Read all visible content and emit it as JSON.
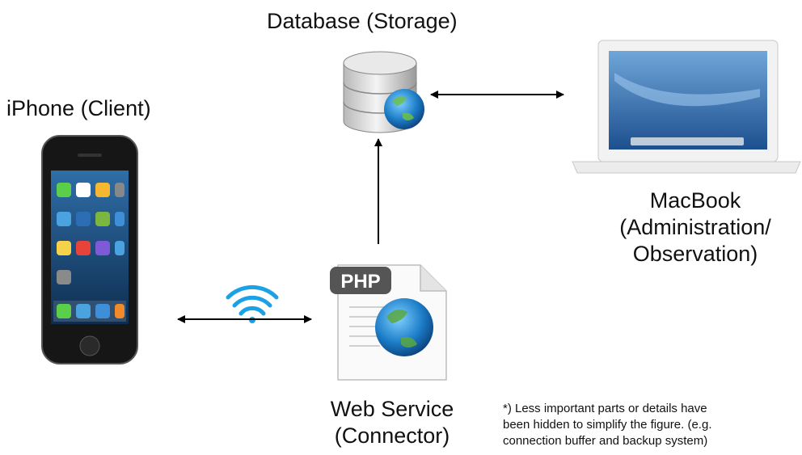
{
  "labels": {
    "database": "Database (Storage)",
    "iphone": "iPhone (Client)",
    "macbook": [
      "MacBook",
      "(Administration/",
      "Observation)"
    ],
    "webservice": [
      "Web Service",
      "(Connector)"
    ],
    "php_badge": "PHP"
  },
  "footnote": [
    "*) Less important parts or details have",
    "been hidden to simplify the figure. (e.g.",
    "connection buffer and backup system)"
  ],
  "icons": {
    "database": "database-globe-icon",
    "iphone": "iphone-icon",
    "macbook": "macbook-icon",
    "webservice": "php-document-icon",
    "wifi": "wifi-icon"
  },
  "colors": {
    "arrow": "#000000",
    "wifi": "#1ba1e6",
    "php_badge": "#555555",
    "globe": "#1c7cc7"
  }
}
